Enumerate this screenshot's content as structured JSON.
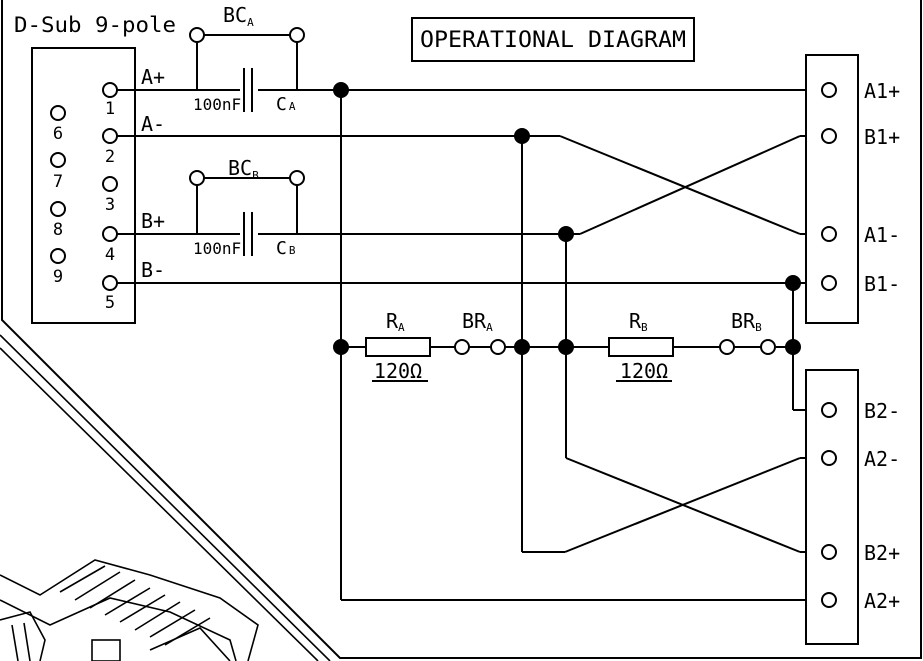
{
  "title": "OPERATIONAL DIAGRAM",
  "connector": {
    "header": "D-Sub 9-pole",
    "pins": [
      "1",
      "2",
      "3",
      "4",
      "5",
      "6",
      "7",
      "8",
      "9"
    ]
  },
  "signals": {
    "a_plus": "A+",
    "a_minus": "A-",
    "b_plus": "B+",
    "b_minus": "B-"
  },
  "capacitors": {
    "a": {
      "bridge": "BC",
      "bridge_sub": "A",
      "value": "100nF",
      "name": "C",
      "name_sub": "A"
    },
    "b": {
      "bridge": "BC",
      "bridge_sub": "B",
      "value": "100nF",
      "name": "C",
      "name_sub": "B"
    }
  },
  "resistors": {
    "a": {
      "name": "R",
      "name_sub": "A",
      "value": "120Ω",
      "bridge": "BR",
      "bridge_sub": "A"
    },
    "b": {
      "name": "R",
      "name_sub": "B",
      "value": "120Ω",
      "bridge": "BR",
      "bridge_sub": "B"
    }
  },
  "output_terminals_top": [
    "A1+",
    "B1+",
    "A1-",
    "B1-"
  ],
  "output_terminals_bottom": [
    "B2-",
    "A2-",
    "B2+",
    "A2+"
  ]
}
